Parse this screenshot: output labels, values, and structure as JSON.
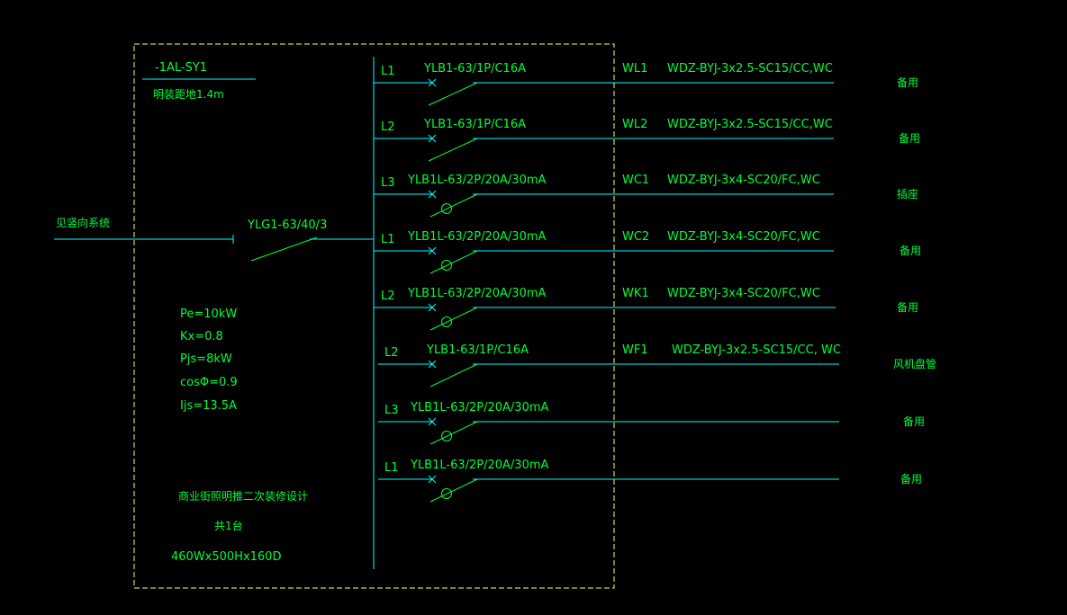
{
  "panel": {
    "id": "-1AL-SY1",
    "mount_note": "明装距地1.4m",
    "source_note": "见竖向系统",
    "main_breaker": "YLG1-63/40/3",
    "calc": {
      "pe": "Pe=10kW",
      "kx": "Kx=0.8",
      "pjs": "Pjs=8kW",
      "cos": "cosΦ=0.9",
      "ijs": "Ijs=13.5A"
    },
    "project": "商业街照明推二次装修设计",
    "count": "共1台",
    "size": "460Wx500Hx160D"
  },
  "circuits": [
    {
      "phase": "L1",
      "breaker": "YLB1-63/1P/C16A",
      "code": "WL1",
      "cable": "WDZ-BYJ-3x2.5-SC15/CC,WC",
      "use": "备用",
      "rcd": false
    },
    {
      "phase": "L2",
      "breaker": "YLB1-63/1P/C16A",
      "code": "WL2",
      "cable": "WDZ-BYJ-3x2.5-SC15/CC,WC",
      "use": "备用",
      "rcd": false
    },
    {
      "phase": "L3",
      "breaker": "YLB1L-63/2P/20A/30mA",
      "code": "WC1",
      "cable": "WDZ-BYJ-3x4-SC20/FC,WC",
      "use": "插座",
      "rcd": true
    },
    {
      "phase": "L1",
      "breaker": "YLB1L-63/2P/20A/30mA",
      "code": "WC2",
      "cable": "WDZ-BYJ-3x4-SC20/FC,WC",
      "use": "备用",
      "rcd": true
    },
    {
      "phase": "L2",
      "breaker": "YLB1L-63/2P/20A/30mA",
      "code": "WK1",
      "cable": "WDZ-BYJ-3x4-SC20/FC,WC",
      "use": "备用",
      "rcd": true
    },
    {
      "phase": "L2",
      "breaker": "YLB1-63/1P/C16A",
      "code": "WF1",
      "cable": "WDZ-BYJ-3x2.5-SC15/CC, WC",
      "use": "风机盘管",
      "rcd": false
    },
    {
      "phase": "L3",
      "breaker": "YLB1L-63/2P/20A/30mA",
      "code": "",
      "cable": "",
      "use": "备用",
      "rcd": true
    },
    {
      "phase": "L1",
      "breaker": "YLB1L-63/2P/20A/30mA",
      "code": "",
      "cable": "",
      "use": "备用",
      "rcd": true
    }
  ],
  "colors": {
    "line": "#00ffff",
    "text": "#00ff3c",
    "frame": "#ffff66",
    "background": "#000000"
  }
}
